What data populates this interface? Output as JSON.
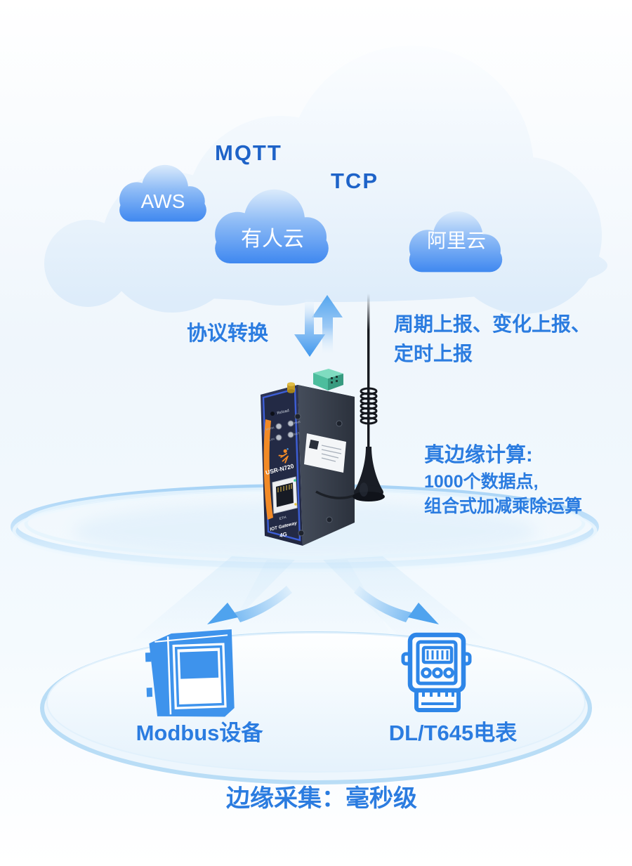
{
  "cloud_section": {
    "mqtt": "MQTT",
    "tcp": "TCP",
    "clouds": [
      {
        "label": "AWS"
      },
      {
        "label": "有人云"
      },
      {
        "label": "阿里云"
      }
    ]
  },
  "link_section": {
    "left_label": "协议转换",
    "right_line1": "周期上报、变化上报、",
    "right_line2": "定时上报"
  },
  "device": {
    "model": "USR-N720",
    "reload": "Reload",
    "led_labels": [
      "WORK",
      "PWR",
      "LAN",
      "NET"
    ],
    "eth": "ETH",
    "gateway": "IOT Gateway",
    "badge_4g": "4G"
  },
  "edge_compute": {
    "title": "真边缘计算:",
    "line1": "1000个数据点,",
    "line2": "组合式加减乘除运算"
  },
  "devices": {
    "modbus_label": "Modbus设备",
    "meter_label": "DL/T645电表"
  },
  "caption": "边缘采集：毫秒级",
  "colors": {
    "accent_blue": "#2B7CE0",
    "deep_blue": "#1E63C8",
    "cloud_blue": "#3F88F0",
    "icon_blue": "#3E93EC",
    "ring_blue": "#BFE0F8",
    "device_navy": "#232A45",
    "device_frame_blue": "#3D5ED6",
    "stripe_orange": "#F28A26",
    "terminal_green": "#4CBD9D",
    "antenna_black": "#15181E"
  }
}
